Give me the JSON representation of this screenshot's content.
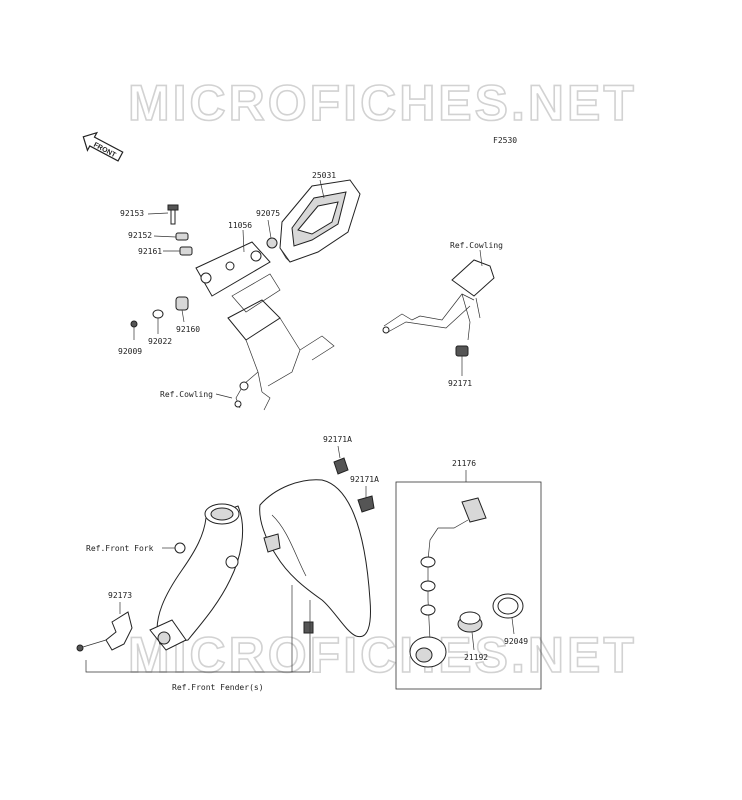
{
  "watermark": "MICROFICHES.NET",
  "figure_code": "F2530",
  "front_badge": "FRONT",
  "labels": {
    "p25031": "25031",
    "p92153": "92153",
    "p92075": "92075",
    "p11056": "11056",
    "p92152": "92152",
    "p92161": "92161",
    "p92009": "92009",
    "p92022": "92022",
    "p92160": "92160",
    "ref_cowling_upper": "Ref.Cowling",
    "p92171": "92171",
    "ref_cowling_lower": "Ref.Cowling",
    "p92171a_1": "92171A",
    "p92171a_2": "92171A",
    "p21176": "21176",
    "ref_front_fork": "Ref.Front Fork",
    "p92173": "92173",
    "p92049": "92049",
    "p21192": "21192",
    "ref_front_fender": "Ref.Front Fender(s)"
  }
}
